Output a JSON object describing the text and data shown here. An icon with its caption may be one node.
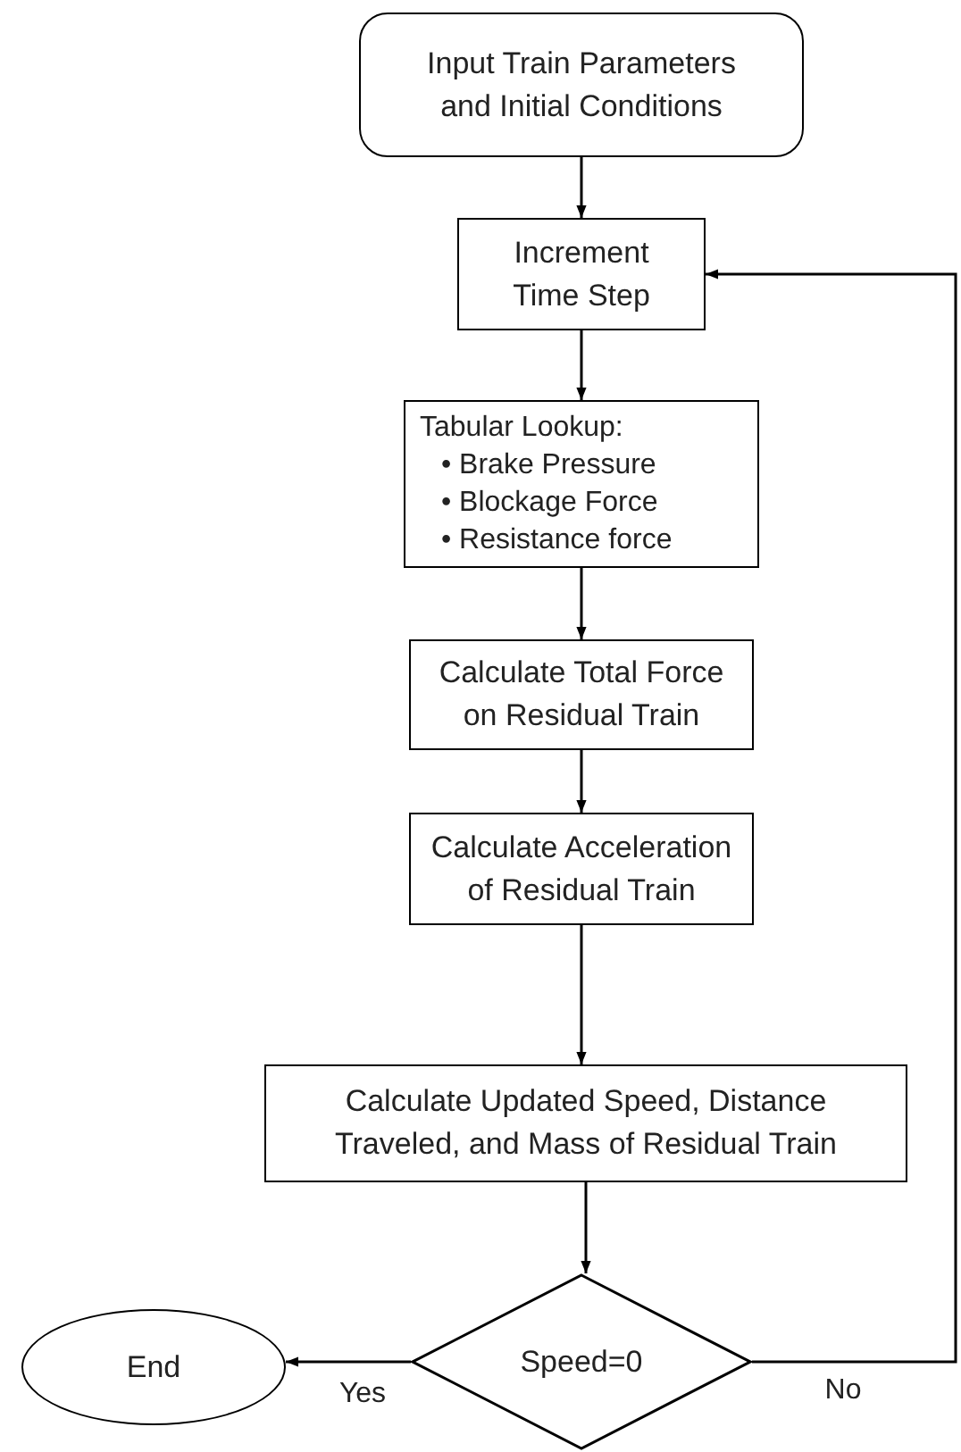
{
  "diagram": {
    "nodes": [
      {
        "text": [
          "Input Train Parameters and Initial Conditions"
        ]
      },
      {
        "text": [
          "Increment Time Step"
        ]
      },
      {
        "text": [
          "Tabular Lookup:",
          "• Brake Pressure",
          "• Blockage Force",
          "• Resistance force"
        ]
      },
      {
        "text": [
          "Calculate Total Force on Residual Train"
        ]
      },
      {
        "text": [
          "Calculate Acceleration of Residual Train"
        ]
      },
      {
        "text": [
          "Calculate Updated Speed, Distance Traveled, and Mass of Residual Train"
        ]
      },
      {
        "text": [
          "Speed=0"
        ]
      },
      {
        "text": [
          "End"
        ]
      }
    ],
    "edges": [
      {
        "from": 0,
        "to": 1,
        "arrow": "to"
      },
      {
        "from": 1,
        "to": 2,
        "arrow": "to"
      },
      {
        "from": 2,
        "to": 3,
        "arrow": "to"
      },
      {
        "from": 3,
        "to": 4,
        "arrow": "to"
      },
      {
        "from": 4,
        "to": 5,
        "arrow": "to"
      },
      {
        "from": 5,
        "to": 6,
        "arrow": "to"
      },
      {
        "from": 6,
        "to": 7,
        "label": "Yes",
        "arrow": "to"
      },
      {
        "from": 6,
        "to": 1,
        "label": "No",
        "arrow": "to"
      }
    ]
  }
}
